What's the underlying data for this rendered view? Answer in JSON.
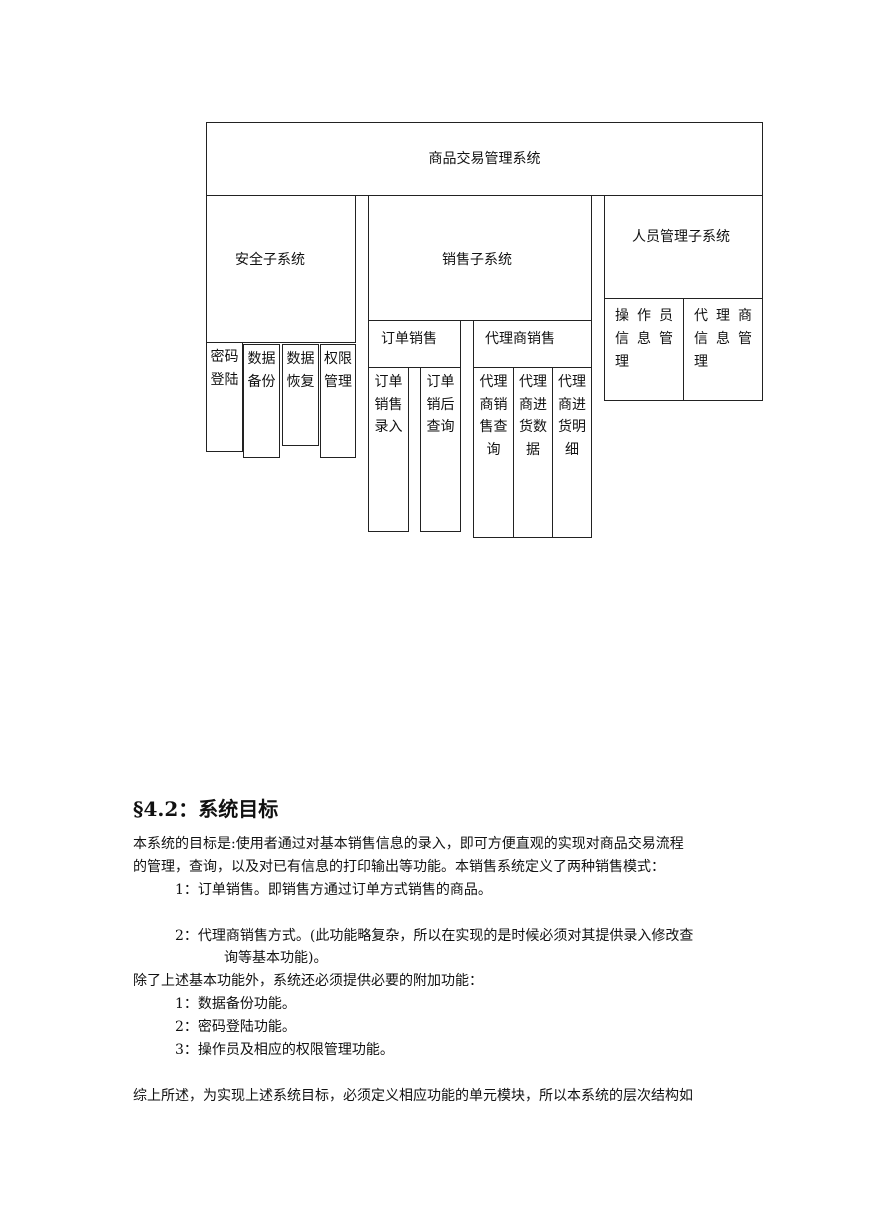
{
  "diagram": {
    "root": "商品交易管理系统",
    "security": {
      "title": "安全子系统",
      "items": [
        "密码登陆",
        "数据备份",
        "数据恢复",
        "权限管理"
      ]
    },
    "sales": {
      "title": "销售子系统",
      "order": {
        "title": "订单销售",
        "items": [
          "订单销售录入",
          "订单销后查询"
        ]
      },
      "agent": {
        "title": "代理商销售",
        "items": [
          "代理商销售查询",
          "代理商进货数据",
          "代理商进货明细"
        ]
      }
    },
    "personnel": {
      "title": "人员管理子系统",
      "items": [
        "操作员信息管理",
        "代理商信息管理"
      ]
    }
  },
  "section": {
    "heading": "§4.2：系统目标",
    "intro_line1": "本系统的目标是:使用者通过对基本销售信息的录入，即可方便直观的实现对商品交易流程",
    "intro_line2": "的管理，查询，以及对已有信息的打印输出等功能。本销售系统定义了两种销售模式：",
    "mode1": "1：订单销售。即销售方通过订单方式销售的商品。",
    "mode2_line1": "2：代理商销售方式。(此功能略复杂，所以在实现的是时候必须对其提供录入修改查",
    "mode2_line2": "询等基本功能)。",
    "extra_intro": "除了上述基本功能外，系统还必须提供必要的附加功能：",
    "extra1": "1：数据备份功能。",
    "extra2": "2：密码登陆功能。",
    "extra3": "3：操作员及相应的权限管理功能。",
    "summary": "综上所述，为实现上述系统目标，必须定义相应功能的单元模块，所以本系统的层次结构如"
  }
}
